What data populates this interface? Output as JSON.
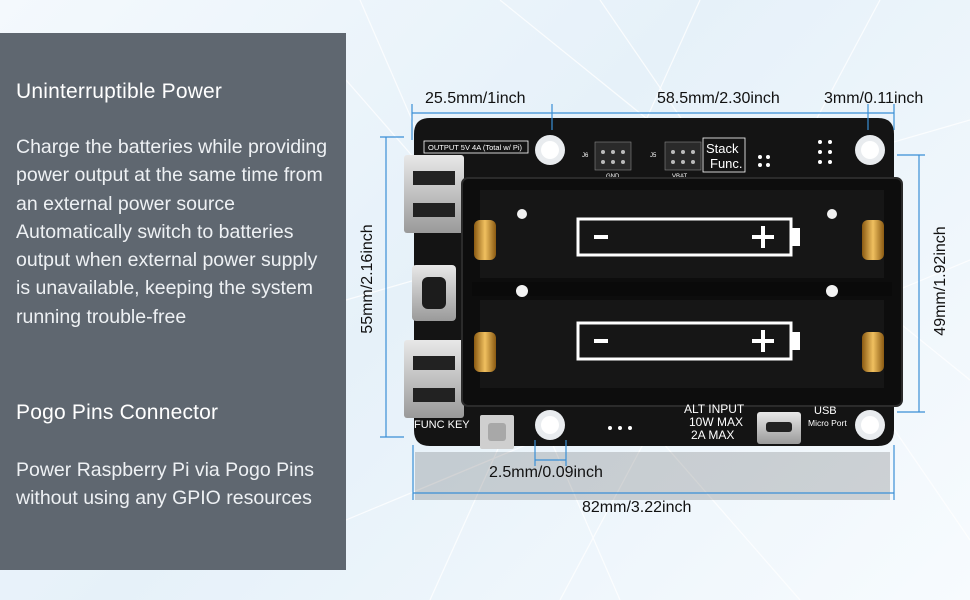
{
  "left_panel": {
    "heading1": "Uninterruptible Power",
    "desc1_lines": [
      "Charge the batteries while providing",
      "power output at the same time from",
      "an external power source",
      "Automatically switch to batteries",
      "output when external power supply",
      "is unavailable, keeping the system",
      "running trouble-free"
    ],
    "heading2": "Pogo Pins Connector",
    "desc2_lines": [
      "Power Raspberry Pi via Pogo Pins",
      "without using any GPIO resources"
    ]
  },
  "dimensions": {
    "top_left": "25.5mm/1inch",
    "top_mid": "58.5mm/2.30inch",
    "top_right": "3mm/0.11inch",
    "left_height": "55mm/2.16inch",
    "right_height": "49mm/1.92inch",
    "pogo_spacing": "2.5mm/0.09inch",
    "total_width": "82mm/3.22inch"
  },
  "board_labels": {
    "output": "OUTPUT 5V 4A (Total w/ Pi)",
    "stack_func_1": "Stack",
    "stack_func_2": "Func.",
    "gnd": "GND",
    "vbat": "VBAT",
    "j6": "J6",
    "j5": "J5",
    "func_key": "FUNC KEY",
    "alt_input_1": "ALT INPUT",
    "alt_input_2": "10W MAX",
    "alt_input_3": "2A MAX",
    "usb": "USB",
    "micro_port": "Micro Port"
  },
  "colors": {
    "panel": "#5f6770",
    "dimension_line": "#3a8fd6",
    "pcb": "#141414",
    "battery_contact": "#d9a23a"
  }
}
